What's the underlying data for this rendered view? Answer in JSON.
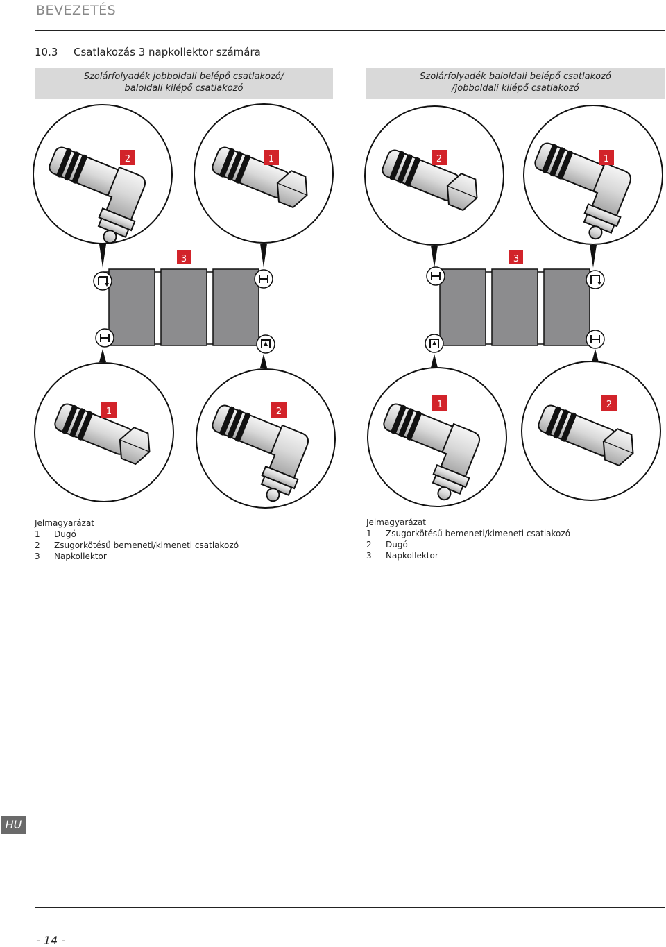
{
  "header": {
    "section": "BEVEZETÉS",
    "number": "10.3",
    "title": "Csatlakozás 3 napkollektor számára"
  },
  "captions": {
    "left": [
      "Szolárfolyadék jobboldali belépő csatlakozó/",
      "baloldali kilépő csatlakozó"
    ],
    "right": [
      "Szolárfolyadék baloldali belépő csatlakozó",
      "/jobboldali kilépő csatlakozó"
    ]
  },
  "labels": {
    "left_top_a": "2",
    "left_top_b": "1",
    "right_top_a": "2",
    "right_top_b": "1",
    "left_collector": "3",
    "right_collector": "3",
    "left_bottom_a": "1",
    "left_bottom_b": "2",
    "right_bottom_a": "1",
    "right_bottom_b": "2"
  },
  "legend_left": {
    "title": "Jelmagyarázat",
    "items": [
      {
        "num": "1",
        "text": "Dugó"
      },
      {
        "num": "2",
        "text": "Zsugorkötésű bemeneti/kimeneti csatlakozó"
      },
      {
        "num": "3",
        "text": "Napkollektor"
      }
    ]
  },
  "legend_right": {
    "title": "Jelmagyarázat",
    "items": [
      {
        "num": "1",
        "text": "Zsugorkötésű bemeneti/kimeneti csatlakozó"
      },
      {
        "num": "2",
        "text": "Dugó"
      },
      {
        "num": "3",
        "text": "Napkollektor"
      }
    ]
  },
  "footer": {
    "language": "HU",
    "page": "- 14 -"
  },
  "colors": {
    "accent_red": "#d2232a",
    "collector_gray": "#8c8c8e",
    "caption_gray": "#d9d9d9"
  }
}
